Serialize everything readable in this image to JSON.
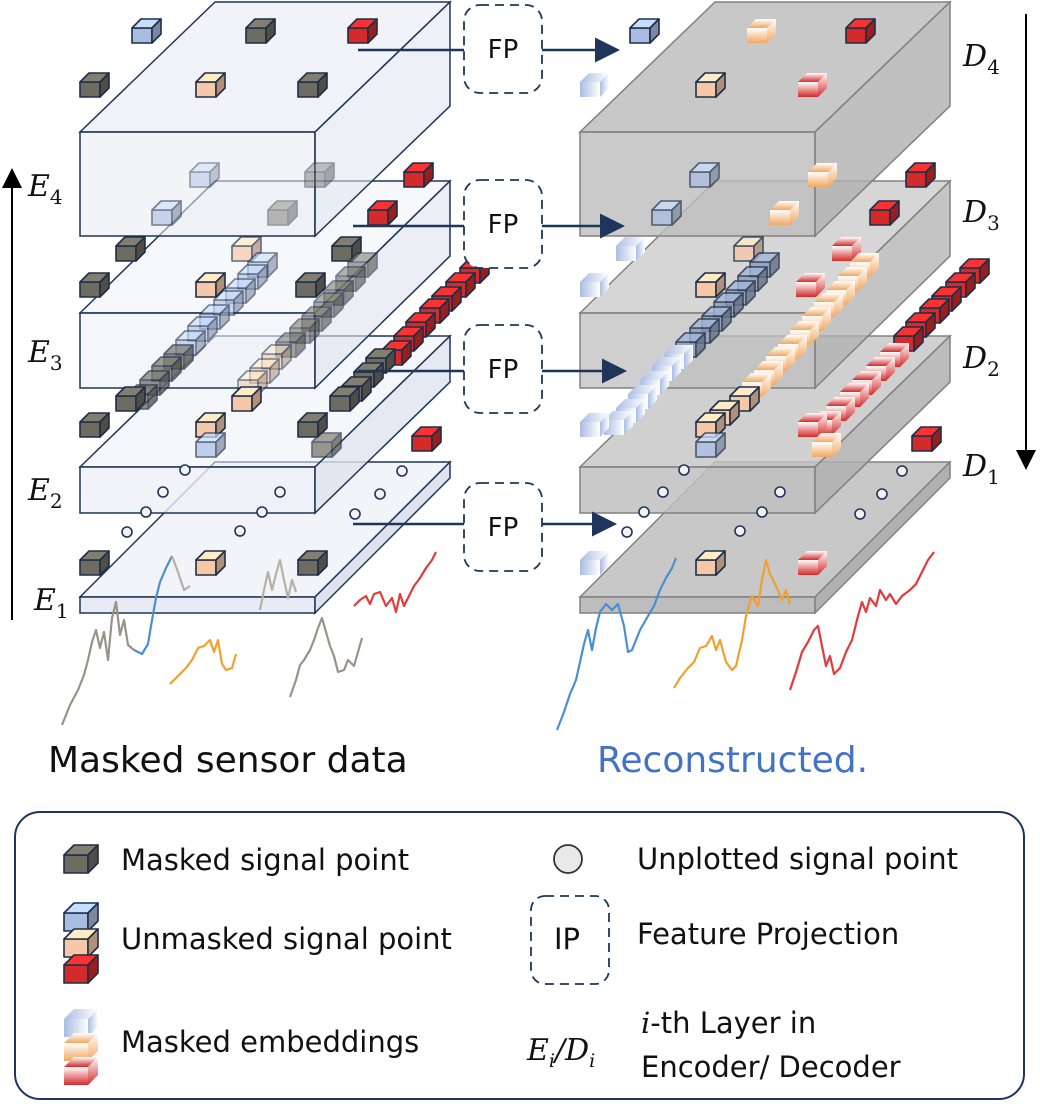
{
  "encoder_layers": [
    {
      "base": "E",
      "sub": "4"
    },
    {
      "base": "E",
      "sub": "3"
    },
    {
      "base": "E",
      "sub": "2"
    },
    {
      "base": "E",
      "sub": "1"
    }
  ],
  "decoder_layers": [
    {
      "base": "D",
      "sub": "4"
    },
    {
      "base": "D",
      "sub": "3"
    },
    {
      "base": "D",
      "sub": "2"
    },
    {
      "base": "D",
      "sub": "1"
    }
  ],
  "fp_label": "FP",
  "captions": {
    "left": "Masked sensor data",
    "right": "Reconstructed."
  },
  "legend": {
    "masked_signal_point": "Masked signal point",
    "unmasked_signal_point": "Unmasked signal point",
    "masked_embeddings": "Masked embeddings",
    "unplotted_signal_point": "Unplotted signal point",
    "ip_box_label": "IP",
    "feature_projection": "Feature Projection",
    "layer_symbol": {
      "E": "E",
      "i": "i",
      "slash": "/",
      "D": "D"
    },
    "layer_desc_line1_var": "i",
    "layer_desc_line1_rest": "-th Layer in",
    "layer_desc_line2": "Encoder/ Decoder"
  },
  "colors": {
    "masked": "#6e6c61",
    "blue": "#a9bde3",
    "peach": "#f6c8a8",
    "red": "#d42a2a",
    "navy": "#1f3559",
    "caption_blue": "#4472c4",
    "series_gray": "#9a9286",
    "series_blue": "#4a8fd1",
    "series_orange": "#f0a030",
    "series_red": "#e23b3b"
  }
}
